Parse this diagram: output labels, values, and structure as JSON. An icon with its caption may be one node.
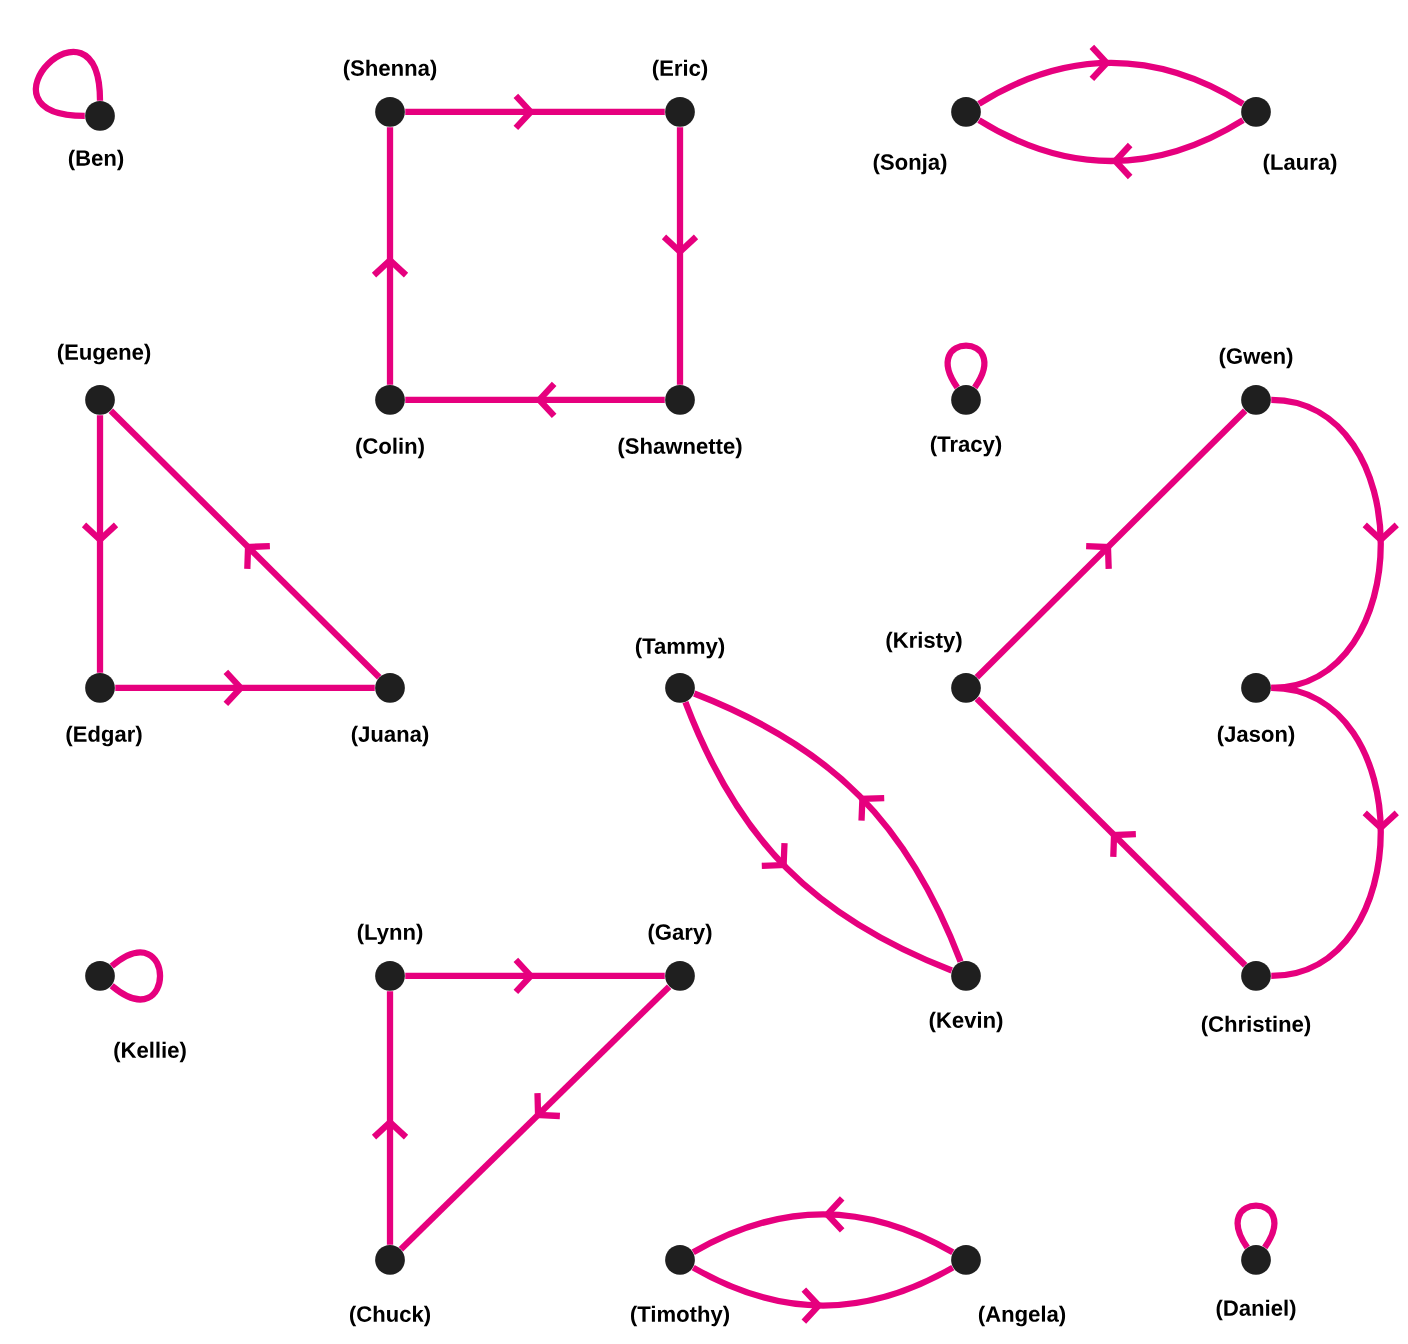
{
  "diagram": {
    "nodes": [
      {
        "text": [],
        "shape": "circle",
        "beside": [
          "(Ben)"
        ]
      },
      {
        "text": [],
        "shape": "circle",
        "beside": [
          "(Shenna)"
        ]
      },
      {
        "text": [],
        "shape": "circle",
        "beside": [
          "(Eric)"
        ]
      },
      {
        "text": [],
        "shape": "circle",
        "beside": [
          "(Colin)"
        ]
      },
      {
        "text": [],
        "shape": "circle",
        "beside": [
          "(Shawnette)"
        ]
      },
      {
        "text": [],
        "shape": "circle",
        "beside": [
          "(Sonja)"
        ]
      },
      {
        "text": [],
        "shape": "circle",
        "beside": [
          "(Laura)"
        ]
      },
      {
        "text": [],
        "shape": "circle",
        "beside": [
          "(Eugene)"
        ]
      },
      {
        "text": [],
        "shape": "circle",
        "beside": [
          "(Tracy)"
        ]
      },
      {
        "text": [],
        "shape": "circle",
        "beside": [
          "(Gwen)"
        ]
      },
      {
        "text": [],
        "shape": "circle",
        "beside": [
          "(Edgar)"
        ]
      },
      {
        "text": [],
        "shape": "circle",
        "beside": [
          "(Juana)"
        ]
      },
      {
        "text": [],
        "shape": "circle",
        "beside": [
          "(Tammy)"
        ]
      },
      {
        "text": [],
        "shape": "circle",
        "beside": [
          "(Kristy)"
        ]
      },
      {
        "text": [],
        "shape": "circle",
        "beside": [
          "(Jason)"
        ]
      },
      {
        "text": [],
        "shape": "circle",
        "beside": [
          "(Kellie)"
        ]
      },
      {
        "text": [],
        "shape": "circle",
        "beside": [
          "(Lynn)"
        ]
      },
      {
        "text": [],
        "shape": "circle",
        "beside": [
          "(Gary)"
        ]
      },
      {
        "text": [],
        "shape": "circle",
        "beside": [
          "(Kevin)"
        ]
      },
      {
        "text": [],
        "shape": "circle",
        "beside": [
          "(Christine)"
        ]
      },
      {
        "text": [],
        "shape": "circle",
        "beside": [
          "(Chuck)"
        ]
      },
      {
        "text": [],
        "shape": "circle",
        "beside": [
          "(Timothy)"
        ]
      },
      {
        "text": [],
        "shape": "circle",
        "beside": [
          "(Angela)"
        ]
      },
      {
        "text": [],
        "shape": "circle",
        "beside": [
          "(Daniel)"
        ]
      }
    ],
    "edges": [
      {
        "from": 0,
        "to": 0,
        "arrow": "none"
      },
      {
        "from": 1,
        "to": 2,
        "arrow": "to"
      },
      {
        "from": 2,
        "to": 4,
        "arrow": "to"
      },
      {
        "from": 4,
        "to": 3,
        "arrow": "to"
      },
      {
        "from": 3,
        "to": 1,
        "arrow": "to"
      },
      {
        "from": 5,
        "to": 6,
        "arrow": "to"
      },
      {
        "from": 6,
        "to": 5,
        "arrow": "to"
      },
      {
        "from": 8,
        "to": 8,
        "arrow": "none"
      },
      {
        "from": 7,
        "to": 10,
        "arrow": "to"
      },
      {
        "from": 10,
        "to": 11,
        "arrow": "to"
      },
      {
        "from": 11,
        "to": 7,
        "arrow": "to"
      },
      {
        "from": 13,
        "to": 9,
        "arrow": "to"
      },
      {
        "from": 9,
        "to": 14,
        "arrow": "to"
      },
      {
        "from": 14,
        "to": 19,
        "arrow": "to"
      },
      {
        "from": 19,
        "to": 13,
        "arrow": "to"
      },
      {
        "from": 12,
        "to": 18,
        "arrow": "to"
      },
      {
        "from": 18,
        "to": 12,
        "arrow": "to"
      },
      {
        "from": 15,
        "to": 15,
        "arrow": "none"
      },
      {
        "from": 16,
        "to": 17,
        "arrow": "to"
      },
      {
        "from": 17,
        "to": 20,
        "arrow": "to"
      },
      {
        "from": 20,
        "to": 16,
        "arrow": "to"
      },
      {
        "from": 22,
        "to": 21,
        "arrow": "to"
      },
      {
        "from": 21,
        "to": 22,
        "arrow": "to"
      },
      {
        "from": 23,
        "to": 23,
        "arrow": "none"
      }
    ]
  }
}
